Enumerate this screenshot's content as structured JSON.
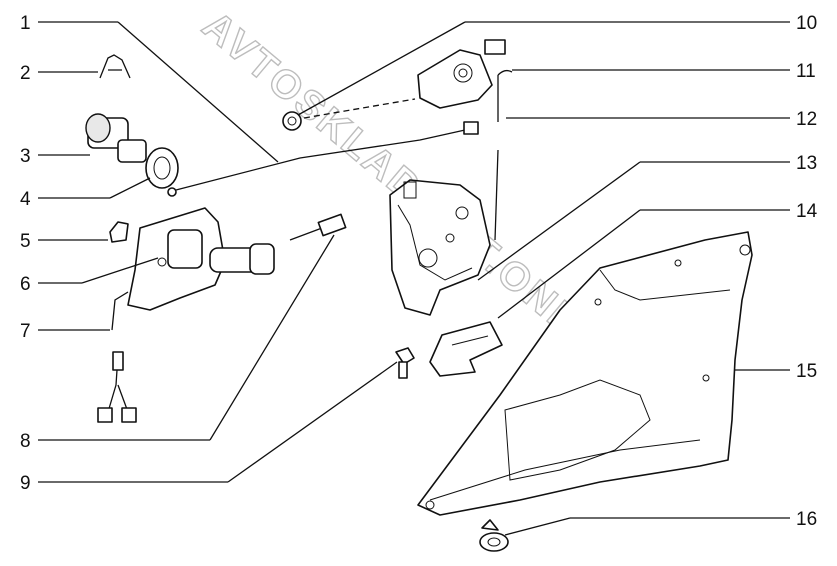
{
  "watermark": "AVTOSKLAD.CAT.ONLINE",
  "callouts": [
    "1",
    "2",
    "3",
    "4",
    "5",
    "6",
    "7",
    "8",
    "9",
    "10",
    "11",
    "12",
    "13",
    "14",
    "15",
    "16"
  ]
}
